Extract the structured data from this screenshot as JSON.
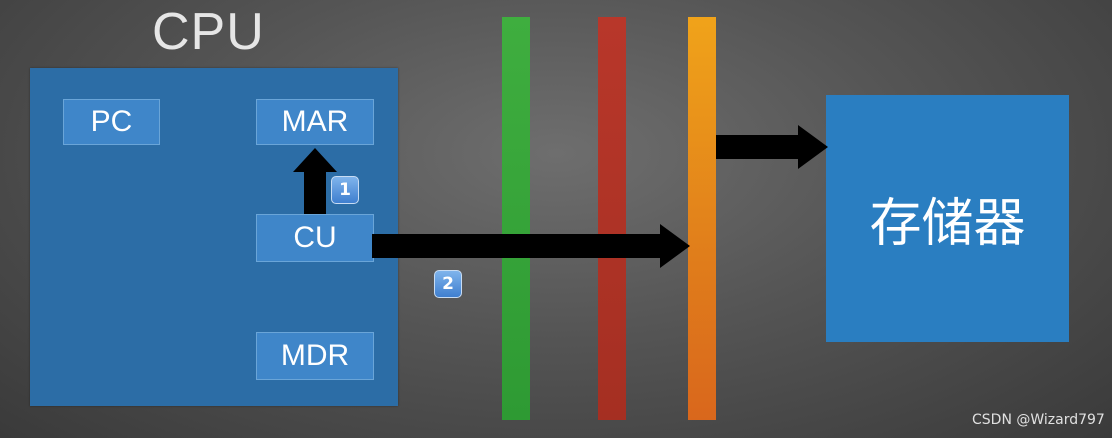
{
  "cpu": {
    "title": "CPU",
    "registers": {
      "pc": "PC",
      "mar": "MAR",
      "cu": "CU",
      "mdr": "MDR"
    }
  },
  "memory": {
    "label": "存储器"
  },
  "steps": {
    "step1": "1",
    "step2": "2"
  },
  "buses": [
    {
      "color": "#3fae3f"
    },
    {
      "color": "#b8372a"
    },
    {
      "color": "#f0a31a"
    }
  ],
  "watermark": "CSDN @Wizard797"
}
